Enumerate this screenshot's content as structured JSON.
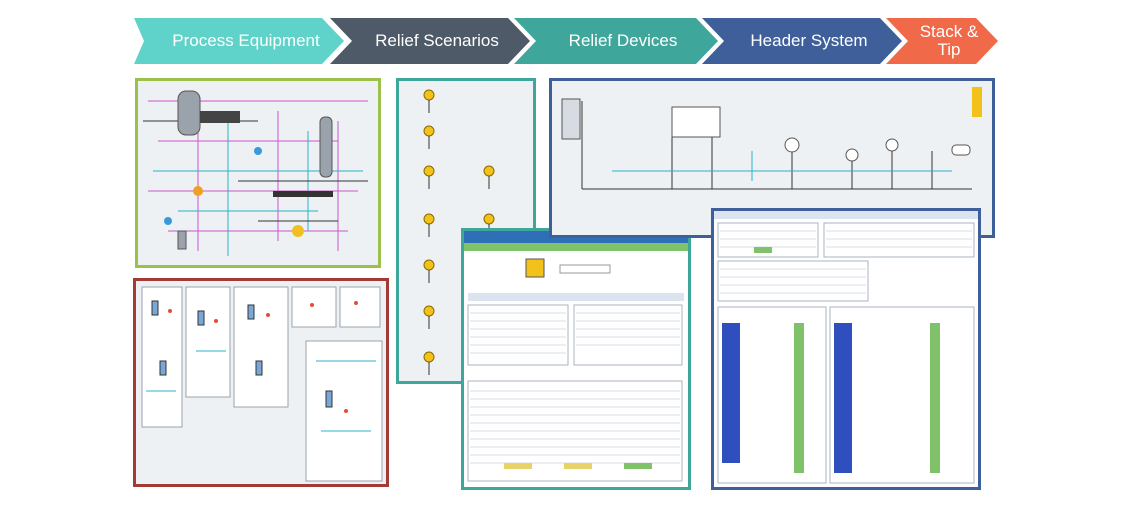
{
  "workflow": {
    "steps": [
      {
        "label": "Process Equipment",
        "color": "#5fd3c9"
      },
      {
        "label": "Relief Scenarios",
        "color": "#4e5a67"
      },
      {
        "label": "Relief Devices",
        "color": "#3fa69b"
      },
      {
        "label": "Header System",
        "color": "#3e5f9a"
      },
      {
        "label": "Stack & Tip",
        "color": "#f06a4a"
      }
    ]
  },
  "panels": {
    "process_flowsheet": {
      "border_color": "#9bc14a"
    },
    "unit_operations": {
      "border_color": "#a33a35"
    },
    "relief_device_list": {
      "border_color": "#3fa69b"
    },
    "relief_device_editor": {
      "border_color": "#3fa69b"
    },
    "header_network": {
      "border_color": "#3e5f9a"
    },
    "header_results": {
      "border_color": "#3e5f9a"
    }
  }
}
